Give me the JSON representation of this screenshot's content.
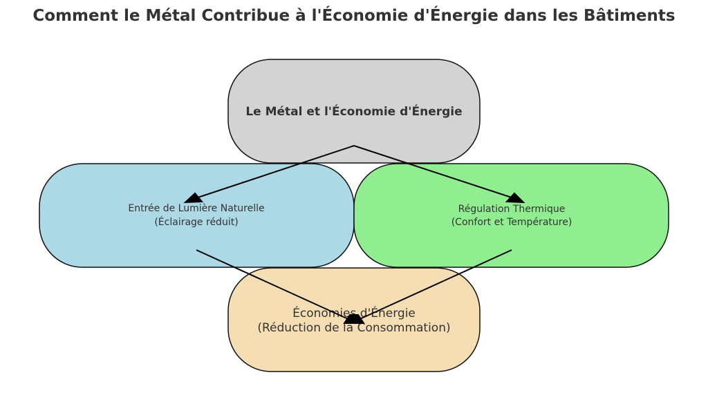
{
  "title": "Comment le Métal Contribue à l'Économie d'Énergie dans les Bâtiments",
  "nodes": {
    "top": {
      "line1": "Le Métal et l'Économie d'Énergie",
      "color": "#d3d3d3"
    },
    "left": {
      "line1": "Entrée de Lumière Naturelle",
      "line2": "(Éclairage réduit)",
      "color": "#add8e6"
    },
    "right": {
      "line1": "Régulation Thermique",
      "line2": "(Confort et Température)",
      "color": "#90ee90"
    },
    "bottom": {
      "line1": "Économies d'Énergie",
      "line2": "(Réduction de la Consommation)",
      "color": "#f5deb3"
    }
  },
  "edges": [
    {
      "from": "top",
      "to": "left"
    },
    {
      "from": "top",
      "to": "right"
    },
    {
      "from": "left",
      "to": "bottom"
    },
    {
      "from": "right",
      "to": "bottom"
    }
  ]
}
